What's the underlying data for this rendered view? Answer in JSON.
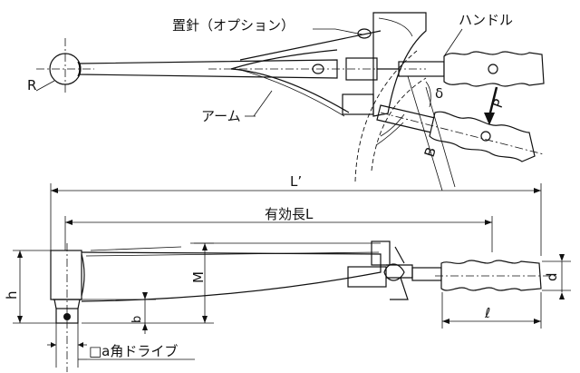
{
  "top_view": {
    "label_needle": "置針（オプション）",
    "label_handle": "ハンドル",
    "label_arm": "アーム",
    "label_R": "R",
    "label_B": "B",
    "label_P": "P",
    "label_delta": "δ"
  },
  "side_view": {
    "label_L_prime": "L’",
    "label_effective_length": "有効長L",
    "label_M": "M",
    "label_h": "h",
    "label_b": "b",
    "label_d": "d",
    "label_l": "ℓ",
    "label_square_drive": "□a角ドライブ"
  }
}
